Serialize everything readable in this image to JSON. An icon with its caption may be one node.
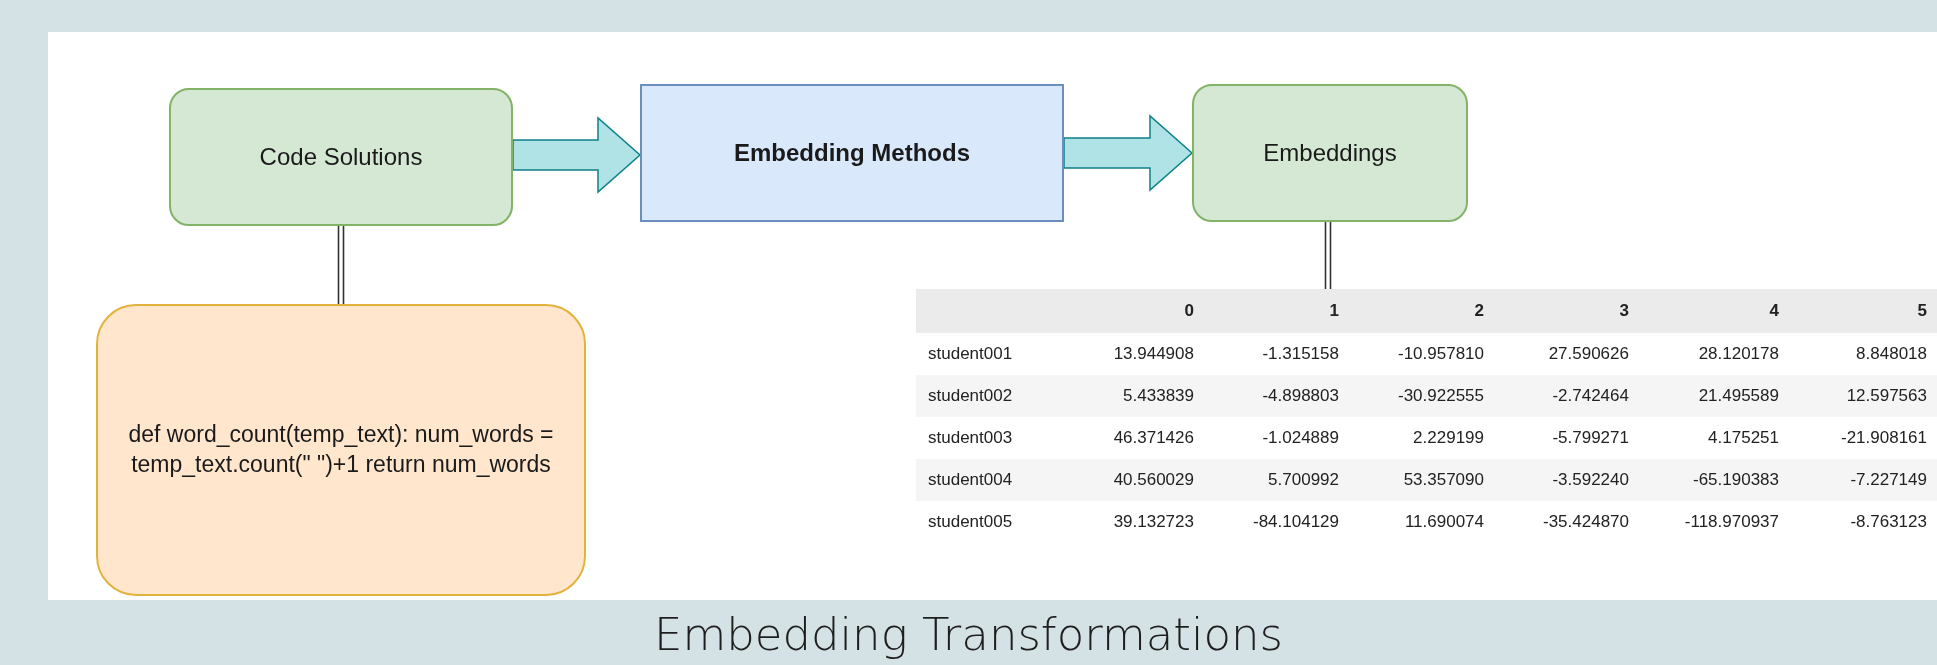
{
  "diagram": {
    "caption": "Embedding Transformations",
    "nodes": [
      {
        "text": [
          "Code Solutions"
        ]
      },
      {
        "text": [
          "Embedding Methods"
        ]
      },
      {
        "text": [
          "Embeddings"
        ]
      },
      {
        "text": [
          "def word_count(temp_text): num_words = temp_text.count(\" \")+1 return num_words"
        ]
      },
      {
        "text": [],
        "shape": "table"
      }
    ],
    "edges": [
      {
        "from": 0,
        "to": 1,
        "arrow": "to",
        "style": "thick",
        "color": "#b0e3e6"
      },
      {
        "from": 1,
        "to": 2,
        "arrow": "to",
        "style": "thick",
        "color": "#b0e3e6"
      },
      {
        "from": 0,
        "to": 3,
        "arrow": "none"
      },
      {
        "from": 2,
        "to": 4,
        "arrow": "none"
      }
    ],
    "labels": [
      "0",
      "1",
      "2",
      "3",
      "4",
      "5",
      "student001",
      "13.944908",
      "-1.315158",
      "-10.957810",
      "27.590626",
      "28.120178",
      "8.848018",
      "student002",
      "5.433839",
      "-4.898803",
      "-30.922555",
      "-2.742464",
      "21.495589",
      "12.597563",
      "student003",
      "46.371426",
      "-1.024889",
      "2.229199",
      "-5.799271",
      "4.175251",
      "-21.908161",
      "student004",
      "40.560029",
      "5.700992",
      "53.357090",
      "-3.592240",
      "-65.190383",
      "-7.227149",
      "student005",
      "39.132723",
      "-84.104129",
      "11.690074",
      "-35.424870",
      "-118.970937",
      "-8.763123"
    ]
  }
}
